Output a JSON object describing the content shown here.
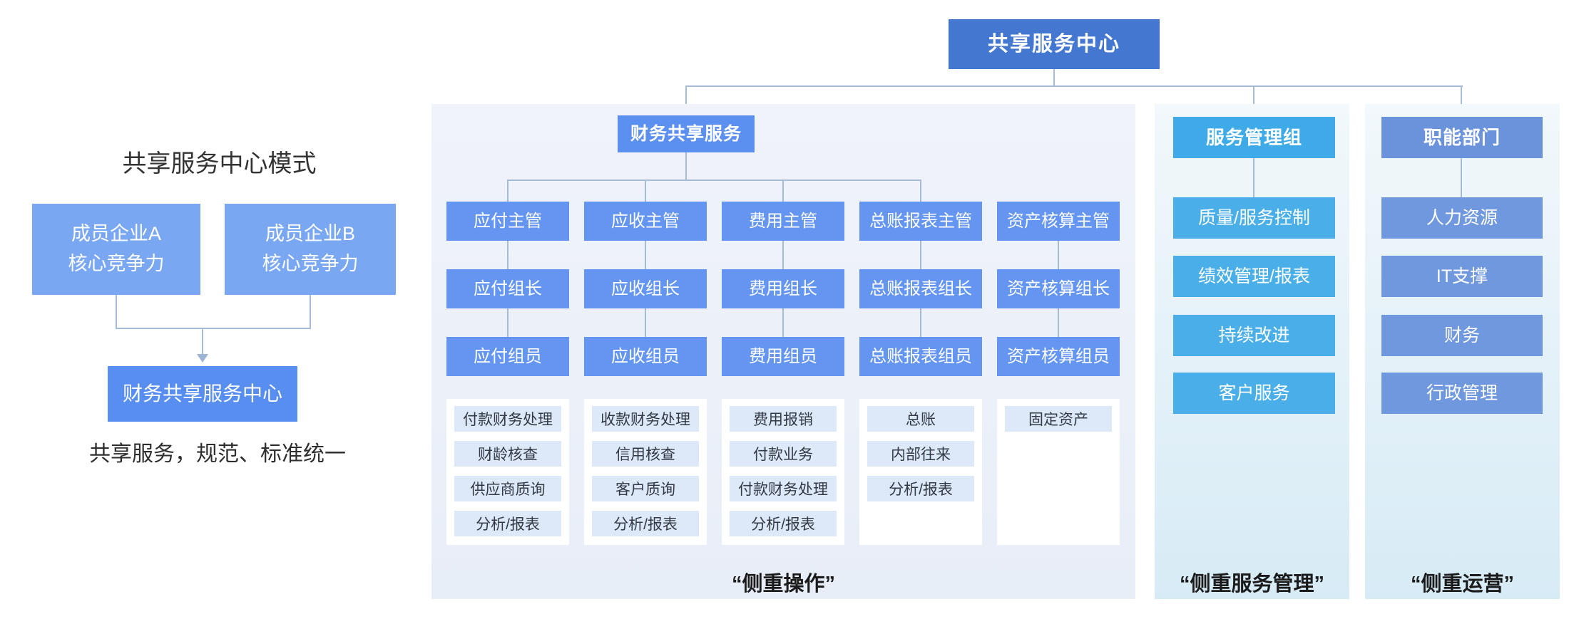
{
  "left_section": {
    "title": "共享服务中心模式",
    "member_a": [
      "成员企业A",
      "核心竞争力"
    ],
    "member_b": [
      "成员企业B",
      "核心竞争力"
    ],
    "result_box": "财务共享服务中心",
    "caption": "共享服务，规范、标准统一"
  },
  "root": {
    "label": "共享服务中心"
  },
  "finance_panel": {
    "header": "财务共享服务",
    "caption": "“侧重操作”",
    "columns": [
      {
        "manager": "应付主管",
        "leader": "应付组长",
        "staff": "应付组员",
        "tasks": [
          "付款财务处理",
          "财龄核查",
          "供应商质询",
          "分析/报表"
        ]
      },
      {
        "manager": "应收主管",
        "leader": "应收组长",
        "staff": "应收组员",
        "tasks": [
          "收款财务处理",
          "信用核查",
          "客户质询",
          "分析/报表"
        ]
      },
      {
        "manager": "费用主管",
        "leader": "费用组长",
        "staff": "费用组员",
        "tasks": [
          "费用报销",
          "付款业务",
          "付款财务处理",
          "分析/报表"
        ]
      },
      {
        "manager": "总账报表主管",
        "leader": "总账报表组长",
        "staff": "总账报表组员",
        "tasks": [
          "总账",
          "内部往来",
          "分析/报表"
        ]
      },
      {
        "manager": "资产核算主管",
        "leader": "资产核算组长",
        "staff": "资产核算组员",
        "tasks": [
          "固定资产"
        ]
      }
    ]
  },
  "service_panel": {
    "header": "服务管理组",
    "items": [
      "质量/服务控制",
      "绩效管理/报表",
      "持续改进",
      "客户服务"
    ],
    "caption": "“侧重服务管理”"
  },
  "function_panel": {
    "header": "职能部门",
    "items": [
      "人力资源",
      "IT支撑",
      "财务",
      "行政管理"
    ],
    "caption": "“侧重运营”"
  },
  "colors": {
    "root_blue": "#4377D0",
    "header_blue": "#5B8FF0",
    "level_blue": "#6496F1",
    "member_blue": "#7AA7F2",
    "cyan_header": "#3EABE8",
    "cyan_item": "#4AAFE9",
    "periwinkle_header": "#6B93DB",
    "periwinkle_item": "#7098DE",
    "task_bg": "#DDE8F8",
    "panel_bg": "#ECF1F9",
    "connector_line": "#A6BBD6"
  }
}
